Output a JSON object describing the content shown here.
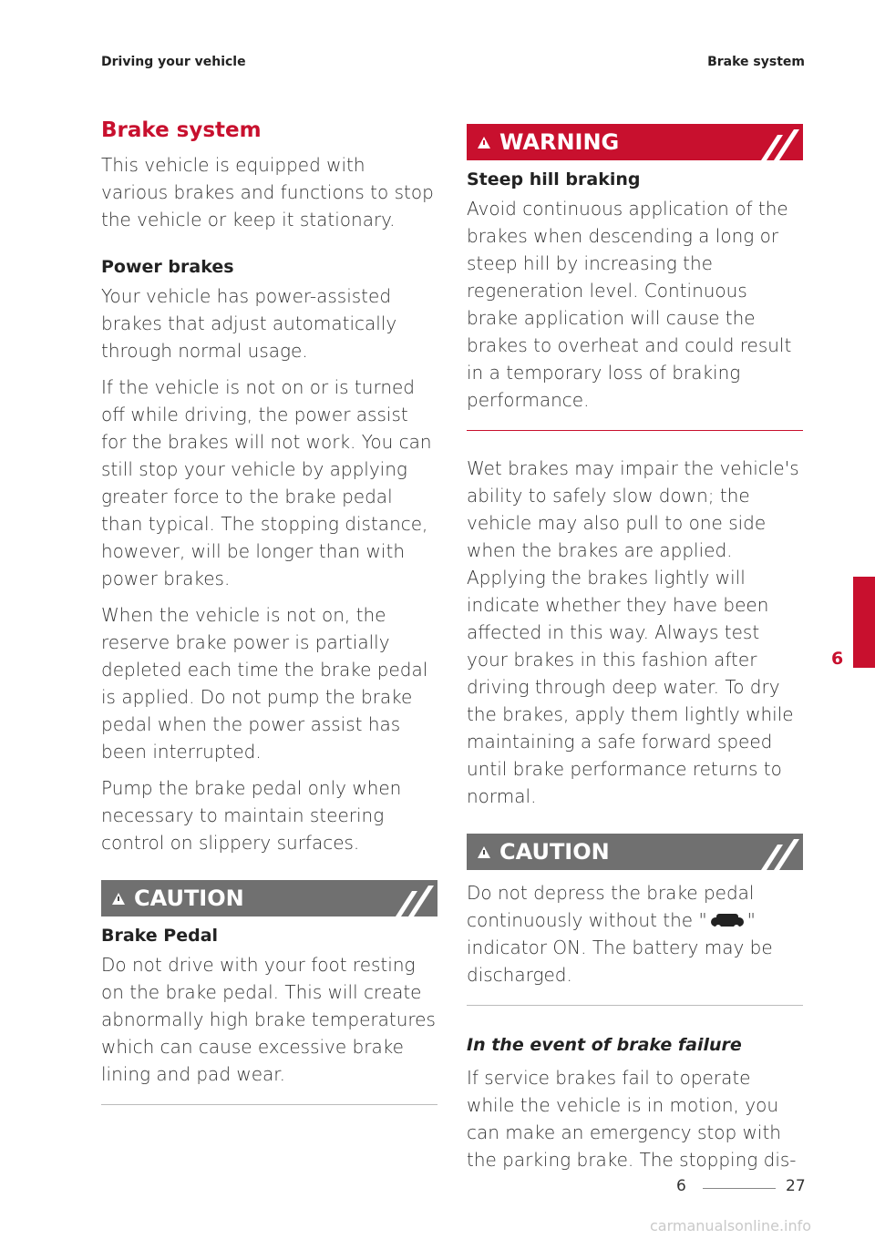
{
  "header": {
    "left": "Driving your vehicle",
    "right": "Brake system"
  },
  "left": {
    "title": "Brake system",
    "intro": "This vehicle is equipped with various brakes and functions to stop the vehicle or keep it stationary.",
    "power_heading": "Power brakes",
    "p1": "Your vehicle has power-assisted brakes that adjust automatically through normal usage.",
    "p2": "If the vehicle is not on or is turned off while driving, the power assist for the brakes will not work. You can still stop your vehicle by applying greater force to the brake pedal than typical. The stopping distance, however, will be longer than with power brakes.",
    "p3": "When the vehicle is not on, the reserve brake power is partially depleted each time the brake pedal is applied. Do not pump the brake pedal when the power assist has been interrupted.",
    "p4": "Pump the brake pedal only when necessary to maintain steering control on slippery surfaces.",
    "caution_label": "CAUTION",
    "caution_heading": "Brake Pedal",
    "caution_text": "Do not drive with your foot resting on the brake pedal. This will create abnormally high brake temperatures which can cause excessive brake lining and pad wear."
  },
  "right": {
    "warning_label": "WARNING",
    "warning_heading": "Steep hill braking",
    "warning_text": "Avoid continuous application of the brakes when descending a long or steep hill by increasing the regeneration level. Continuous brake application will cause the brakes to overheat and could result in a temporary loss of braking performance.",
    "wet_text": "Wet brakes may impair the vehicle's ability to safely slow down; the vehicle may also pull to one side when the brakes are applied. Applying the brakes lightly will indicate whether they have been affected in this way. Always test your brakes in this fashion after driving through deep water. To dry the brakes, apply them lightly while maintaining a safe forward speed until brake performance returns to normal.",
    "caution_label": "CAUTION",
    "caution_before": "Do not depress the brake pedal continuously without the \"",
    "caution_icon": "auto-hold-car-icon",
    "caution_after": "\" indicator ON. The battery may be discharged.",
    "failure_heading": "In the event of brake failure",
    "failure_text": "If service brakes fail to operate while the vehicle is in motion, you can make an emergency stop with the parking brake. The stopping dis-"
  },
  "tab": {
    "chapter": "6"
  },
  "footer": {
    "chapter": "6",
    "page": "27"
  },
  "watermark": "carmanualsonline.info",
  "colors": {
    "accent": "#c8102e",
    "caution_grey": "#707070"
  }
}
